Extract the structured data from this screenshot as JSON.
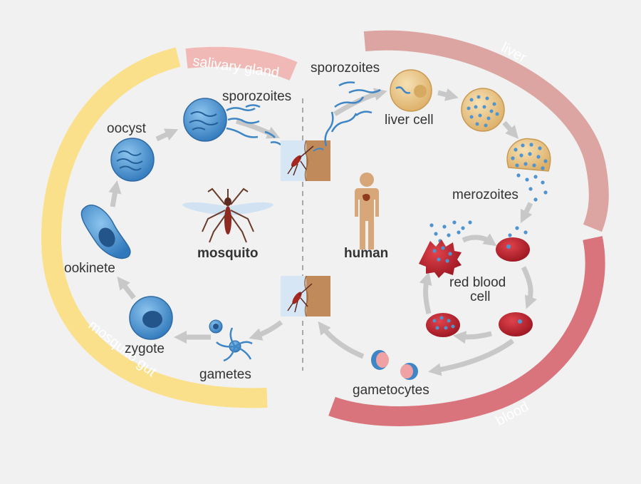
{
  "bands": {
    "salivary_gland": "salivary gland",
    "liver": "liver",
    "blood": "blood",
    "mosquito_gut": "mosquito gut"
  },
  "stages": {
    "sporozoites_mosquito": "sporozoites",
    "sporozoites_human": "sporozoites",
    "liver_cell": "liver cell",
    "merozoites": "merozoites",
    "red_blood_cell_line1": "red blood",
    "red_blood_cell_line2": "cell",
    "gametocytes": "gametocytes",
    "gametes": "gametes",
    "zygote": "zygote",
    "ookinete": "ookinete",
    "oocyst": "oocyst"
  },
  "hosts": {
    "mosquito": "mosquito",
    "human": "human"
  },
  "colors": {
    "background": "#f1f1f1",
    "mosquito_band": "#fbe08c",
    "salivary_band": "#f1b9b5",
    "liver_band": "#dca5a1",
    "blood_band": "#d9747c",
    "arrow": "#c8c8c8",
    "parasite_blue": "#3f86c6",
    "rbc_red": "#b01f2a",
    "liver_cell": "#ecc98d",
    "human_skin": "#d7a77a"
  }
}
